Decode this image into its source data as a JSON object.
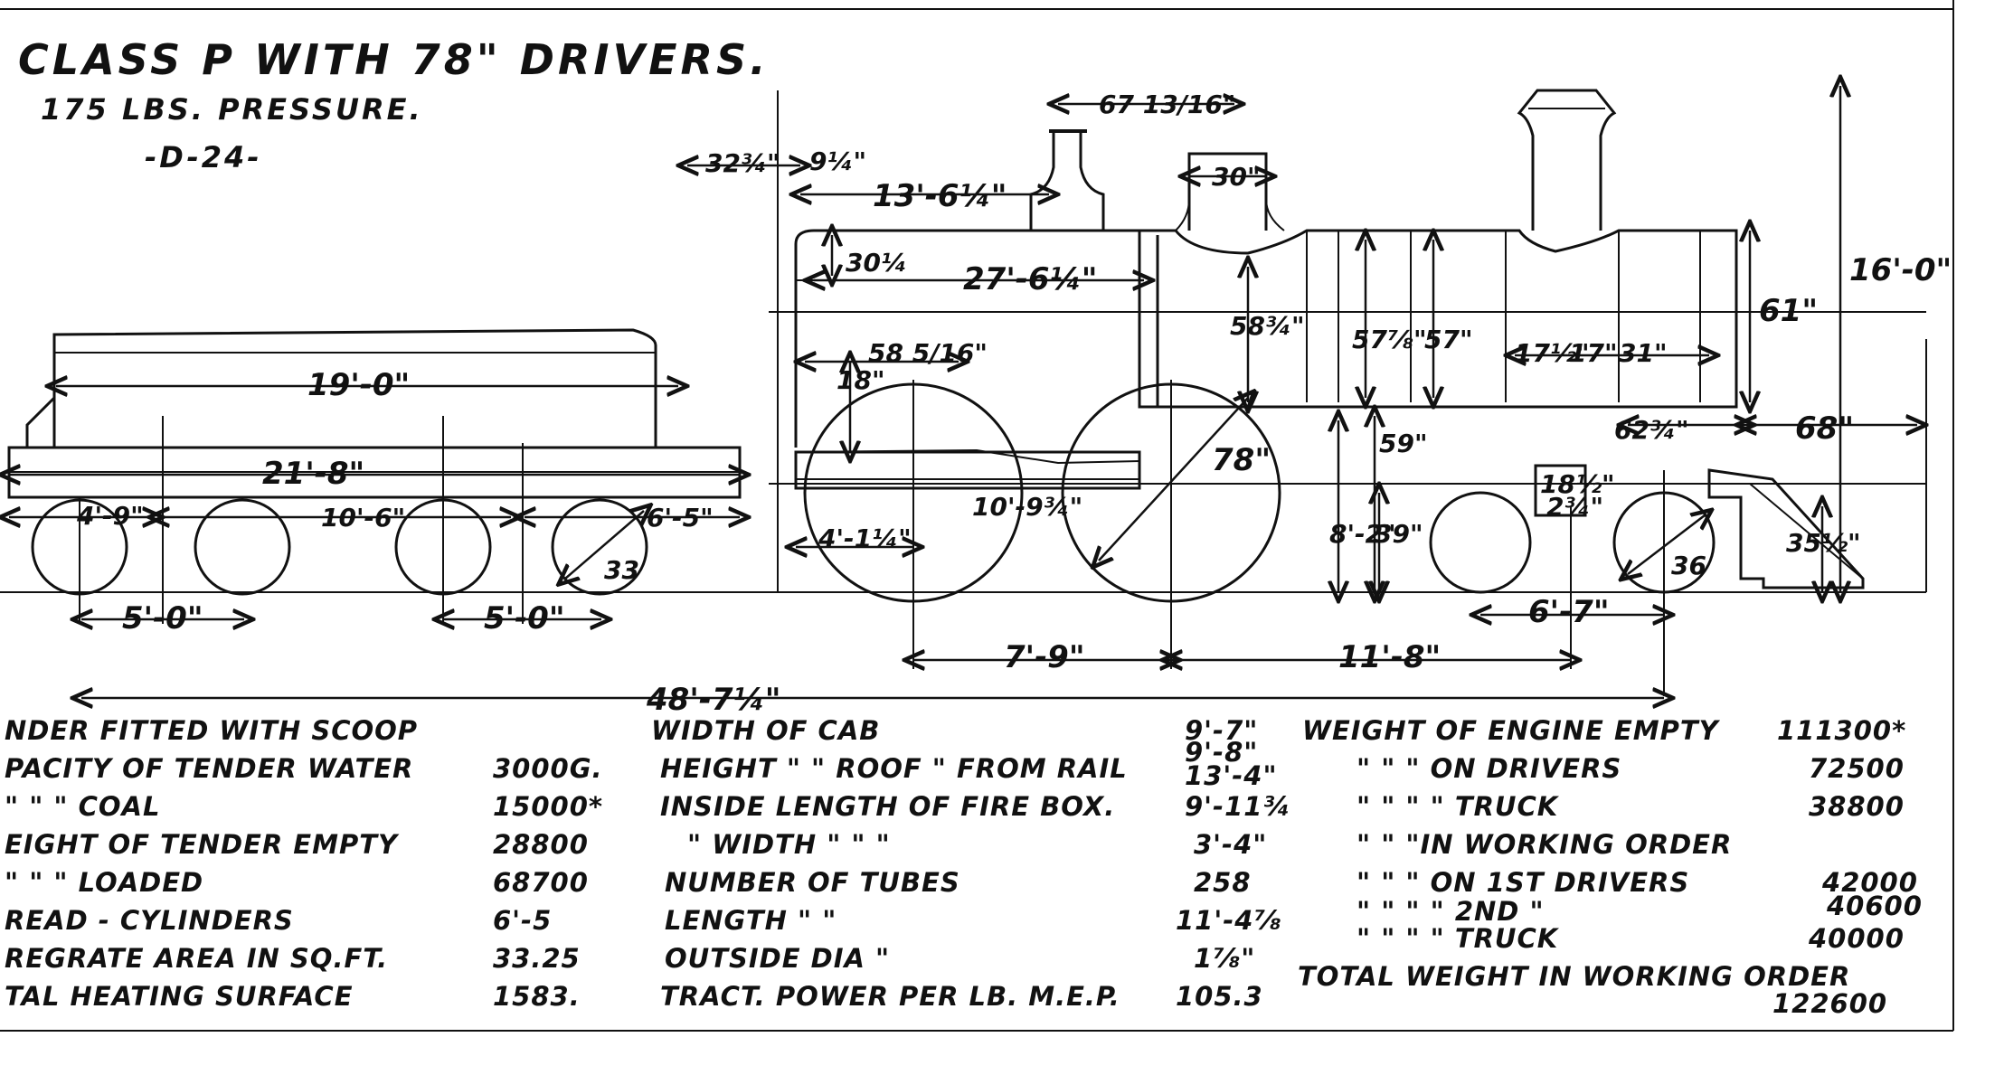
{
  "title": "CLASS P WITH 78\" DRIVERS.",
  "pressure": "175 LBS. PRESSURE.",
  "drawing_no": "-D-24-",
  "dimensions": {
    "d1": "32¾\"",
    "d2": "9¼\"",
    "d3": "13'-6¼\"",
    "d4": "67 13/16\"",
    "d5": "30\"",
    "d6": "30¼",
    "d7": "27'-6¼\"",
    "d8": "58¾\"",
    "d9": "57⅞\"",
    "d10": "57\"",
    "d11": "17½\"",
    "d12": "17\"",
    "d13": "31\"",
    "d14": "61\"",
    "d15": "16'-0\"",
    "d16": "58 5/16\"",
    "d17": "18\"",
    "d18": "62¾\"",
    "d19": "68\"",
    "d20": "78\"",
    "d21": "10'-9¾\"",
    "d22": "8'-2\"",
    "d23": "59\"",
    "d24": "39\"",
    "d25": "18½\"",
    "d26": "2¾\"",
    "d27": "35½\"",
    "d28": "4'-1¼\"",
    "d29": "36",
    "d30": "7'-9\"",
    "d31": "11'-8\"",
    "d32": "6'-7\"",
    "d33": "48'-7¼\"",
    "t1": "19'-0\"",
    "t2": "21'-8\"",
    "t3": "4'-9\"",
    "t4": "10'-6\"",
    "t5": "6'-5\"",
    "t6": "33",
    "t7": "5'-0\"",
    "t8": "5'-0\""
  },
  "specs_col1": [
    {
      "label": "NDER FITTED WITH SCOOP",
      "value": ""
    },
    {
      "label": "PACITY OF TENDER WATER",
      "value": "3000G."
    },
    {
      "label": "\"        \"       \"    COAL",
      "value": "15000*"
    },
    {
      "label": "EIGHT OF TENDER   EMPTY",
      "value": "28800"
    },
    {
      "label": "\"    \"    \"    LOADED",
      "value": "68700"
    },
    {
      "label": "READ - CYLINDERS",
      "value": "6'-5"
    },
    {
      "label": "REGRATE AREA IN SQ.FT.",
      "value": "33.25"
    },
    {
      "label": "TAL HEATING SURFACE",
      "value": "1583."
    }
  ],
  "specs_col2": [
    {
      "label": "WIDTH OF CAB",
      "value": "9'-7\""
    },
    {
      "label": "HEIGHT \"   \"   ROOF   \" FROM RAIL",
      "value": "9'-8\""
    },
    {
      "label": "",
      "value": "13'-4\""
    },
    {
      "label": "INSIDE LENGTH OF FIRE BOX.",
      "value": "9'-11¾"
    },
    {
      "label": "\"     WIDTH   \"   \"   \"",
      "value": "3'-4\""
    },
    {
      "label": "NUMBER OF TUBES",
      "value": "258"
    },
    {
      "label": "LENGTH    \"    \"",
      "value": "11'-4⅞"
    },
    {
      "label": "OUTSIDE DIA    \"",
      "value": "1⅞\""
    },
    {
      "label": "TRACT. POWER PER LB. M.E.P.",
      "value": "105.3"
    }
  ],
  "specs_col3": [
    {
      "label": "WEIGHT OF ENGINE EMPTY",
      "value": "111300*"
    },
    {
      "label": "\"    \"    \" ON DRIVERS",
      "value": "72500"
    },
    {
      "label": "\"    \"    \"   \" TRUCK",
      "value": "38800"
    },
    {
      "label": "\"    \"   \"IN WORKING ORDER",
      "value": ""
    },
    {
      "label": "\"    \"   \" ON 1ST DRIVERS",
      "value": "42000"
    },
    {
      "label": "\"    \"   \"   \" 2ND   \"",
      "value": "40600"
    },
    {
      "label": "\"    \"   \"   \" TRUCK",
      "value": "40000"
    },
    {
      "label": "TOTAL WEIGHT IN WORKING ORDER",
      "value": "122600"
    }
  ]
}
